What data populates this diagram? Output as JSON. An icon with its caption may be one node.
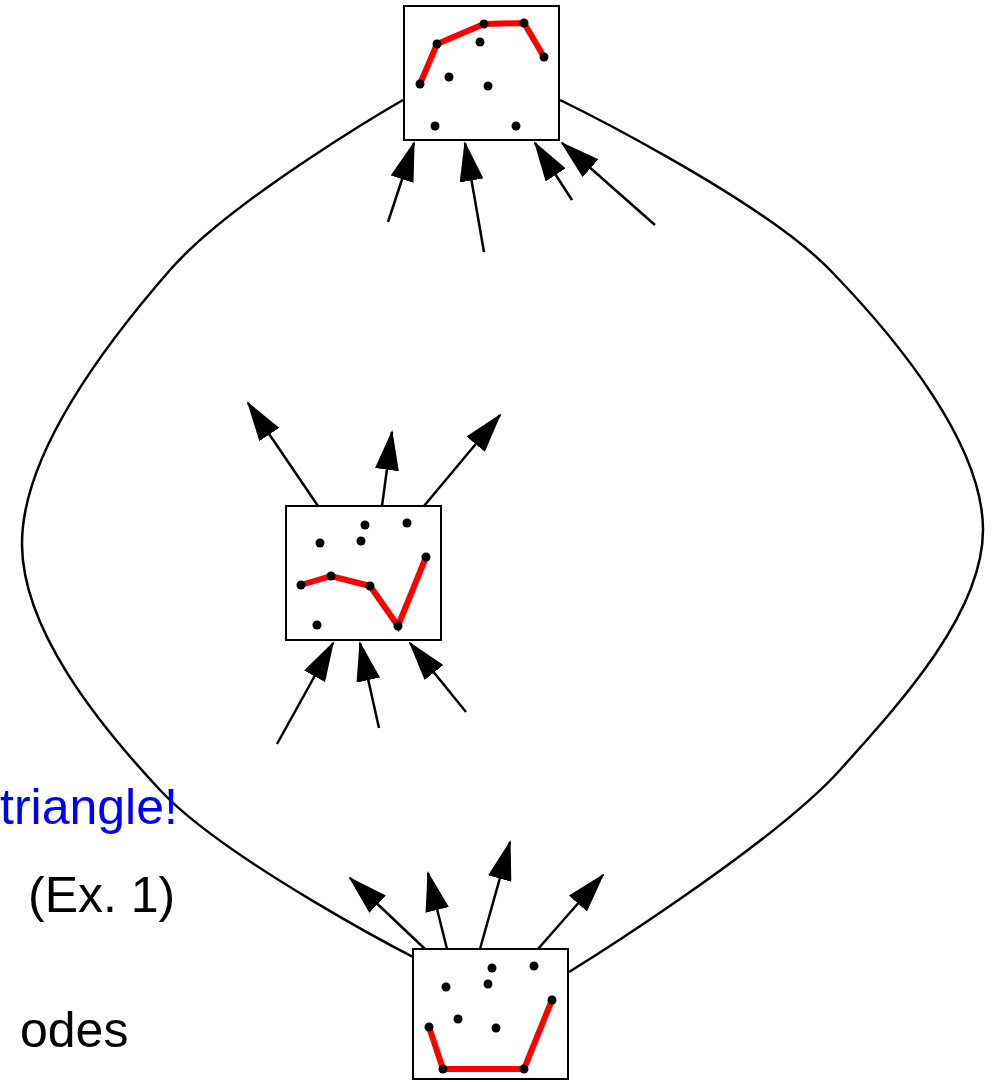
{
  "diagram": {
    "nodes": [
      {
        "text": [],
        "shape": "picture"
      },
      {
        "text": [],
        "shape": "picture"
      },
      {
        "text": [],
        "shape": "picture"
      }
    ],
    "edges": [
      {
        "from": 0,
        "to": 2,
        "arrow": "none"
      },
      {
        "from": 0,
        "to": 2,
        "arrow": "none"
      },
      {
        "from": null,
        "to": 0,
        "arrow": "to"
      },
      {
        "from": null,
        "to": 0,
        "arrow": "to"
      },
      {
        "from": null,
        "to": 0,
        "arrow": "to"
      },
      {
        "from": null,
        "to": 0,
        "arrow": "to"
      },
      {
        "from": 1,
        "to": null,
        "arrow": "to"
      },
      {
        "from": 1,
        "to": null,
        "arrow": "to"
      },
      {
        "from": 1,
        "to": null,
        "arrow": "to"
      },
      {
        "from": null,
        "to": 1,
        "arrow": "to"
      },
      {
        "from": null,
        "to": 1,
        "arrow": "to"
      },
      {
        "from": null,
        "to": 1,
        "arrow": "to"
      },
      {
        "from": 2,
        "to": null,
        "arrow": "to"
      },
      {
        "from": 2,
        "to": null,
        "arrow": "to"
      },
      {
        "from": 2,
        "to": null,
        "arrow": "to"
      },
      {
        "from": 2,
        "to": null,
        "arrow": "to"
      }
    ],
    "labels": [
      "triangle!",
      "(Ex. 1)",
      "odes"
    ]
  }
}
